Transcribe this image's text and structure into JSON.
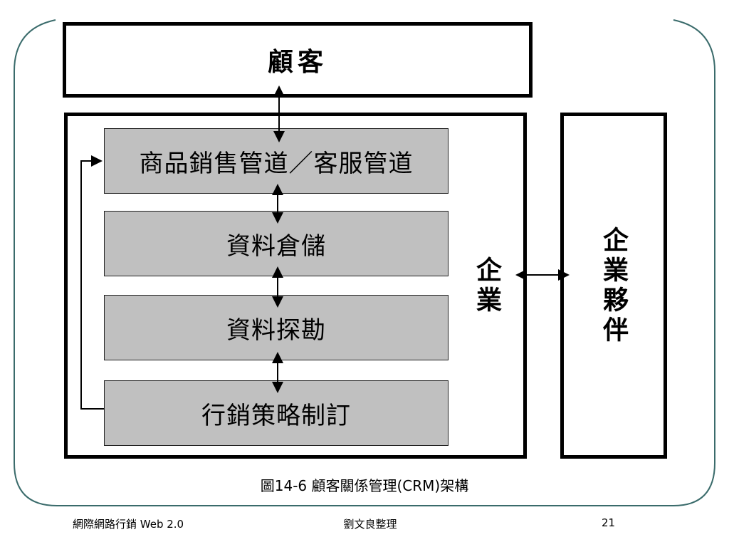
{
  "diagram": {
    "customer": "顧客",
    "layers": [
      "商品銷售管道／客服管道",
      "資料倉儲",
      "資料探勘",
      "行銷策略制訂"
    ],
    "enterprise": "企業",
    "partner": "企業夥伴"
  },
  "caption": "圖14-6  顧客關係管理(CRM)架構",
  "footer": {
    "left": "網際網路行銷 Web 2.0",
    "center": "劉文良整理",
    "page_number": "21"
  }
}
